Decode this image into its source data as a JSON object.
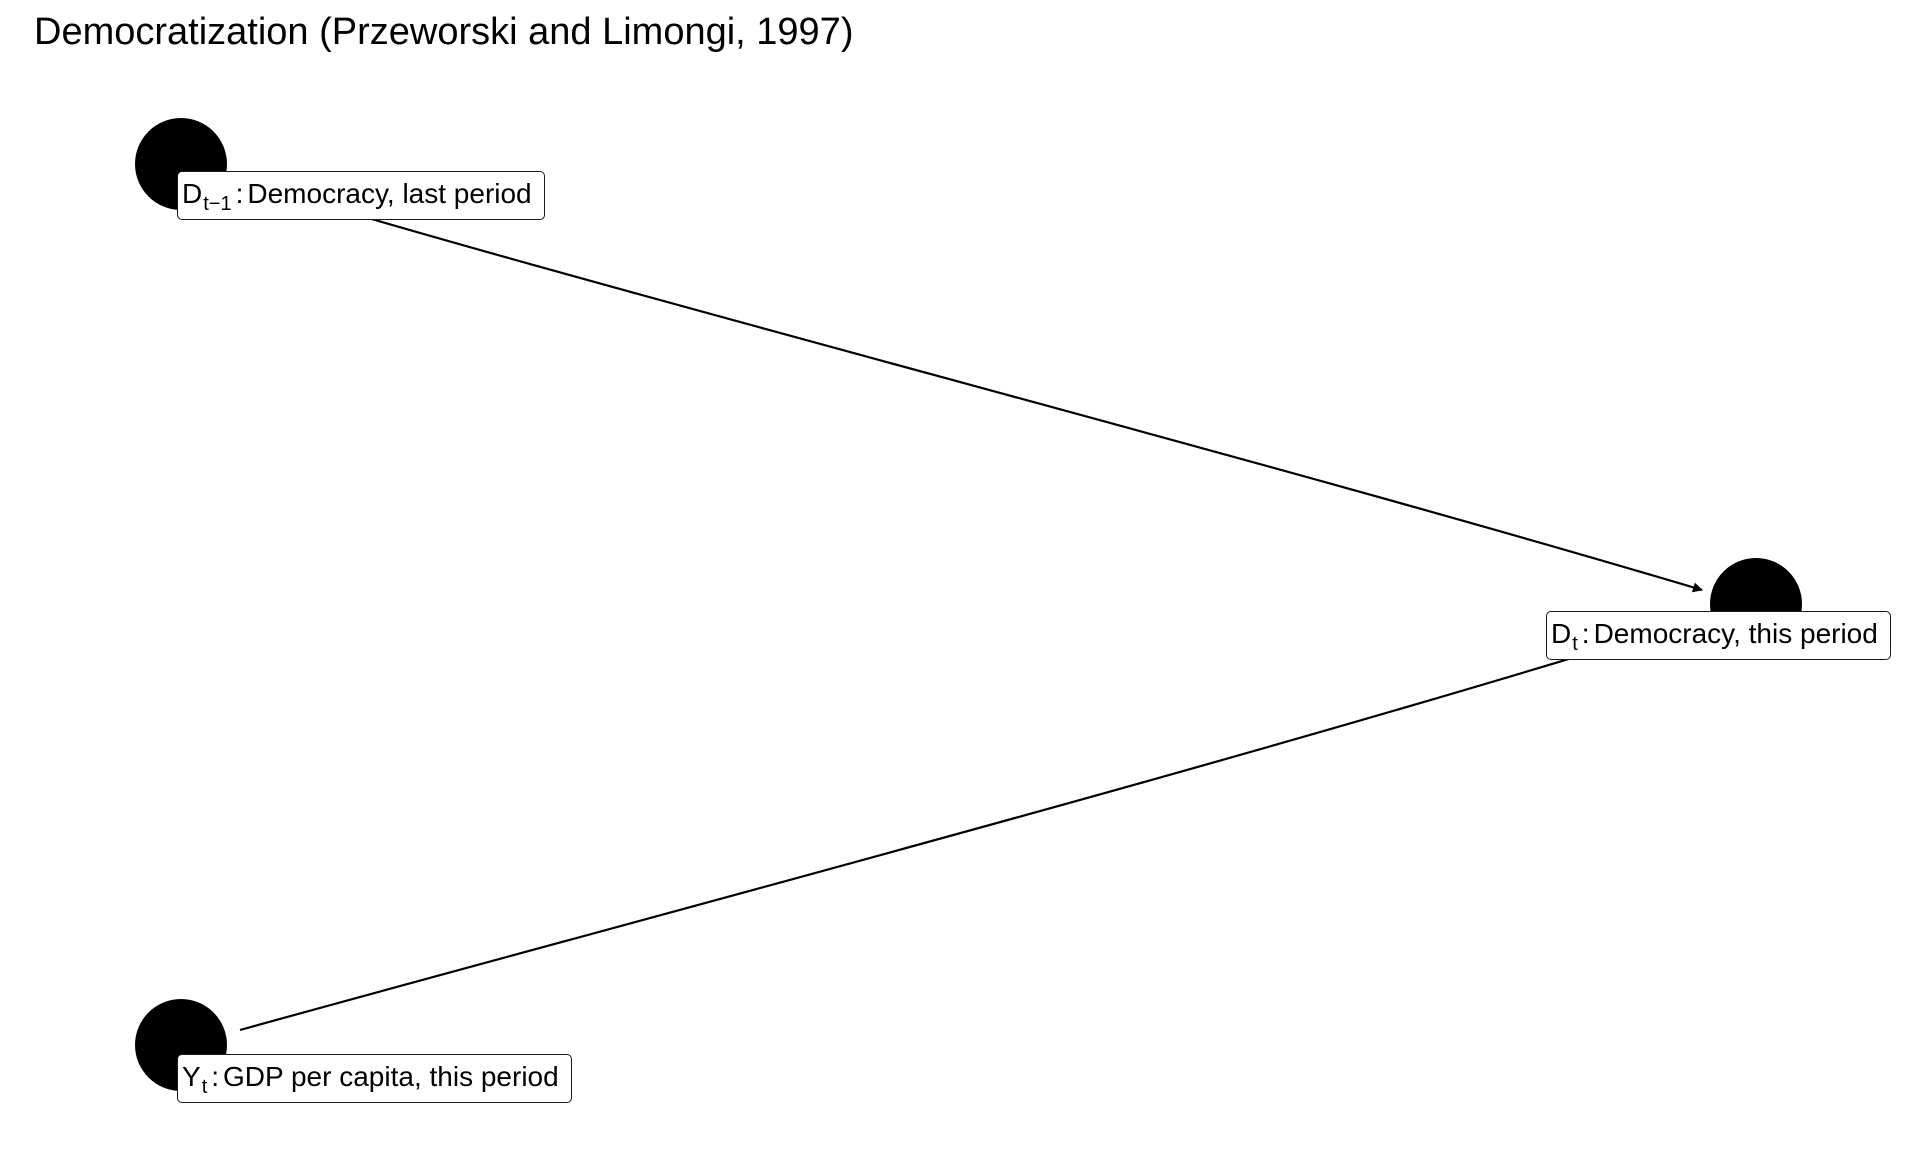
{
  "title": "Democratization (Przeworski and Limongi, 1997)",
  "colors": {
    "node_fill": "#000000",
    "edge": "#000000",
    "label_border": "#1a1a1a",
    "background": "#ffffff"
  },
  "nodes": [
    {
      "id": "d_lag",
      "symbol": "D",
      "subscript": "t−1",
      "separator": ":",
      "text": "Democracy, last period"
    },
    {
      "id": "d_now",
      "symbol": "D",
      "subscript": "t",
      "separator": ":",
      "text": "Democracy, this period"
    },
    {
      "id": "y_now",
      "symbol": "Y",
      "subscript": "t",
      "separator": ":",
      "text": "GDP per capita, this period"
    }
  ],
  "edges": [
    {
      "from": "d_lag",
      "to": "d_now"
    },
    {
      "from": "y_now",
      "to": "d_now"
    }
  ]
}
